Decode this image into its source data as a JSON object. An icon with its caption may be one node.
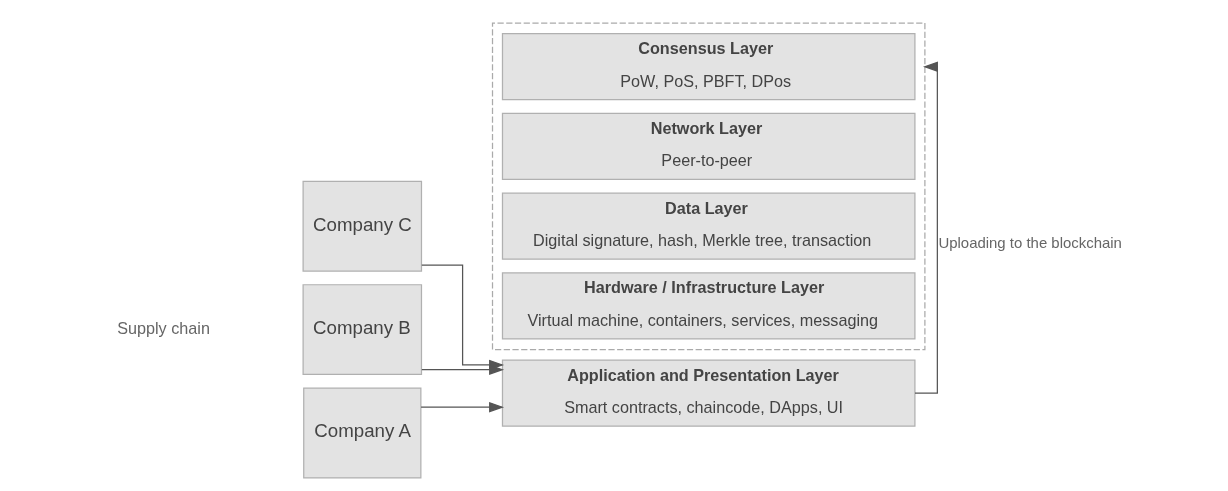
{
  "diagram": {
    "nodes": [
      {
        "text": [
          "Company C"
        ]
      },
      {
        "text": [
          "Company B"
        ]
      },
      {
        "text": [
          "Company A"
        ]
      },
      {
        "text": [
          "Application and Presentation Layer",
          "Smart contracts, chaincode, DApps, UI"
        ]
      },
      {
        "text": [],
        "shape": "box"
      },
      {
        "text": [
          "Consensus Layer",
          "PoW, PoS, PBFT, DPos"
        ],
        "in": 4
      },
      {
        "text": [
          "Network Layer",
          "Peer-to-peer"
        ],
        "in": 4
      },
      {
        "text": [
          "Data Layer",
          "Digital signature, hash, Merkle tree, transaction"
        ],
        "in": 4
      },
      {
        "text": [
          "Hardware / Infrastructure Layer",
          "Virtual machine, containers, services, messaging"
        ],
        "in": 4
      }
    ],
    "edges": [
      {
        "from": 0,
        "to": 3,
        "arrow": "to"
      },
      {
        "from": 1,
        "to": 3,
        "arrow": "to"
      },
      {
        "from": 2,
        "to": 3,
        "arrow": "to"
      },
      {
        "from": 3,
        "to": 4,
        "arrow": "to",
        "label": "Uploading to the blockchain"
      }
    ],
    "labels": [
      "Supply chain"
    ]
  }
}
